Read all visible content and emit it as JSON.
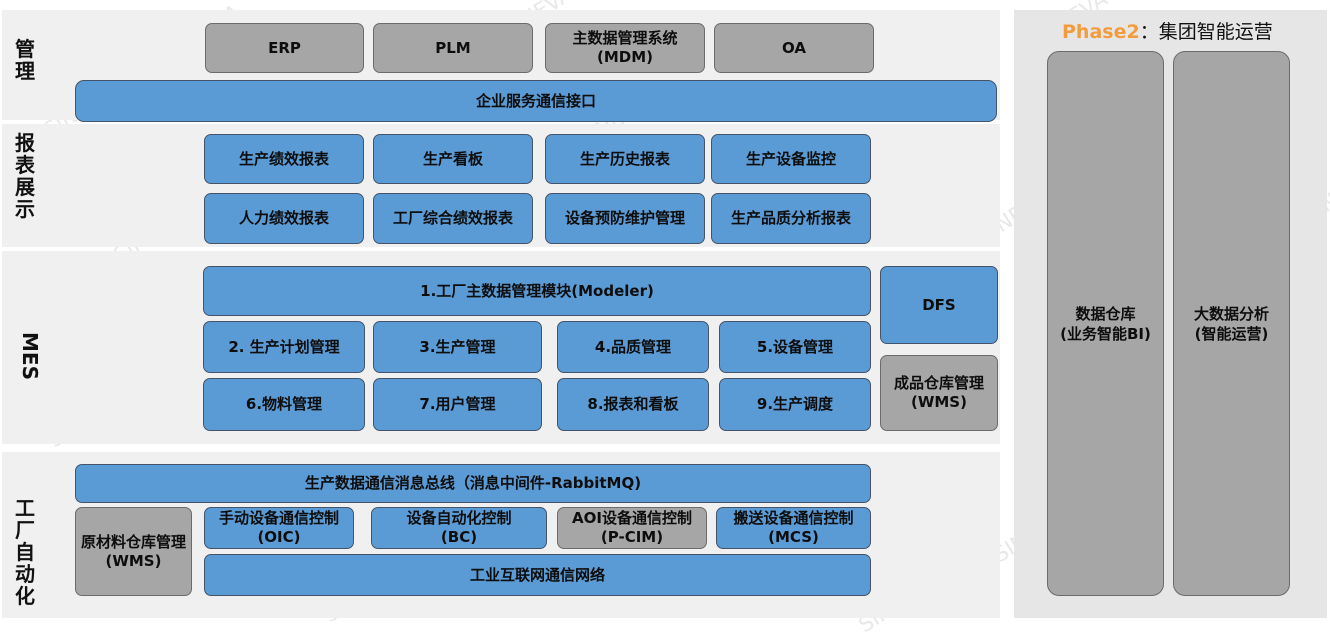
{
  "bands": {
    "management": {
      "label": "管理",
      "systems": [
        "ERP",
        "PLM",
        "主数据管理系统\n(MDM)",
        "OA"
      ],
      "interface": "企业服务通信接口"
    },
    "reporting": {
      "label": "报表展示",
      "row1": [
        "生产绩效报表",
        "生产看板",
        "生产历史报表",
        "生产设备监控"
      ],
      "row2": [
        "人力绩效报表",
        "工厂综合绩效报表",
        "设备预防维护管理",
        "生产品质分析报表"
      ]
    },
    "mes": {
      "label": "MES",
      "modeler": "1.工厂主数据管理模块(Modeler)",
      "row1": [
        "2. 生产计划管理",
        "3.生产管理",
        "4.品质管理",
        "5.设备管理"
      ],
      "row2": [
        "6.物料管理",
        "7.用户管理",
        "8.报表和看板",
        "9.生产调度"
      ],
      "dfs": "DFS",
      "wms": "成品仓库管理\n(WMS)"
    },
    "automation": {
      "label": "工厂自动化",
      "bus": "生产数据通信消息总线（消息中间件-RabbitMQ)",
      "raw_wms": "原材料仓库管理\n(WMS)",
      "controls": [
        "手动设备通信控制\n(OIC)",
        "设备自动化控制\n(BC)",
        "AOI设备通信控制\n(P-CIM)",
        "搬送设备通信控制\n(MCS)"
      ],
      "network": "工业互联网通信网络"
    }
  },
  "phase2": {
    "title_accent": "Phase2",
    "title_rest": "：集团智能运营",
    "columns": [
      "数据仓库\n(业务智能BI)",
      "大数据分析\n(智能运营)"
    ]
  },
  "watermark": "SINEVA",
  "colors": {
    "blue_box": "#5b9bd5",
    "gray_box": "#a6a6a6",
    "accent": "#f39c3d"
  }
}
